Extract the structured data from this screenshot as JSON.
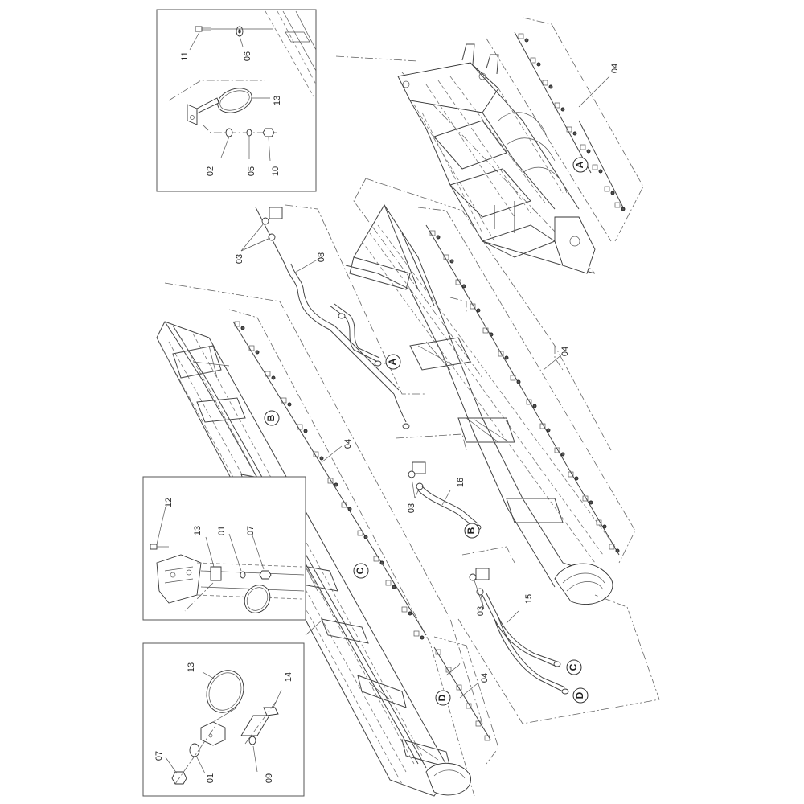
{
  "diagram": {
    "part_labels": [
      {
        "text": "11"
      },
      {
        "text": "06"
      },
      {
        "text": "13"
      },
      {
        "text": "02"
      },
      {
        "text": "05"
      },
      {
        "text": "10"
      },
      {
        "text": "04"
      },
      {
        "text": "03"
      },
      {
        "text": "08"
      },
      {
        "text": "04"
      },
      {
        "text": "04"
      },
      {
        "text": "16"
      },
      {
        "text": "03"
      },
      {
        "text": "12"
      },
      {
        "text": "13"
      },
      {
        "text": "01"
      },
      {
        "text": "07"
      },
      {
        "text": "03"
      },
      {
        "text": "15"
      },
      {
        "text": "04"
      },
      {
        "text": "13"
      },
      {
        "text": "14"
      },
      {
        "text": "07"
      },
      {
        "text": "01"
      },
      {
        "text": "09"
      }
    ],
    "callouts": [
      {
        "text": "A"
      },
      {
        "text": "A"
      },
      {
        "text": "B"
      },
      {
        "text": "B"
      },
      {
        "text": "C"
      },
      {
        "text": "C"
      },
      {
        "text": "D"
      },
      {
        "text": "D"
      }
    ]
  }
}
